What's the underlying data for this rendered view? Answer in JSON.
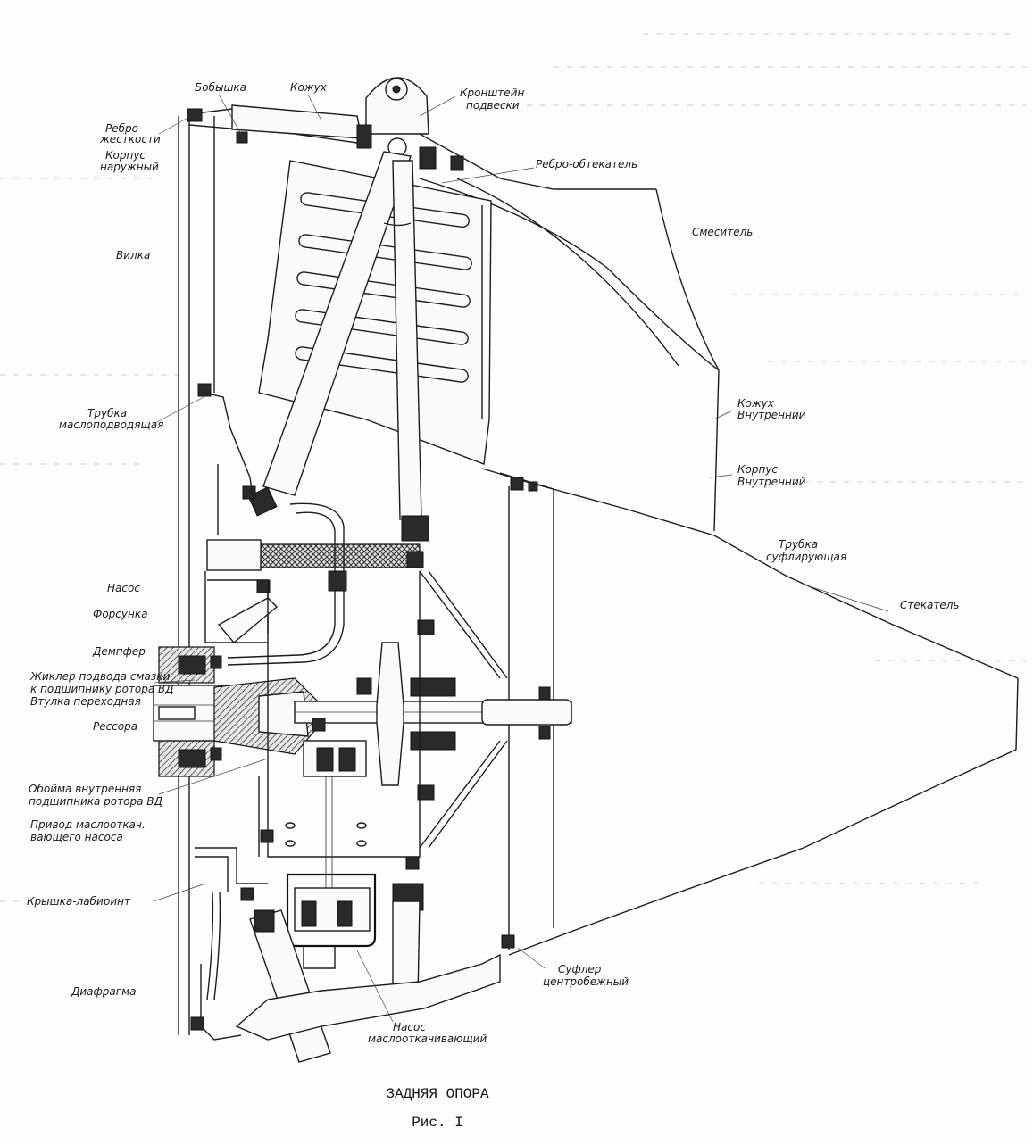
{
  "labels": {
    "boss": "Бобышка",
    "casing": "Кожух",
    "bracket_1": "Кронштейн",
    "bracket_2": "подвески",
    "stiffener_1": "Ребро",
    "stiffener_2": "жесткости",
    "outer_case_1": "Корпус",
    "outer_case_2": "наружный",
    "fairing_rib": "Ребро-обтекатель",
    "mixer": "Смеситель",
    "fork": "Вилка",
    "oil_supply_tube_1": "Трубка",
    "oil_supply_tube_2": "маслоподводящая",
    "inner_casing_1": "Кожух",
    "inner_casing_2": "Внутренний",
    "inner_case_1": "Корпус",
    "inner_case_2": "Внутренний",
    "breather_tube_1": "Трубка",
    "breather_tube_2": "суфлирующая",
    "nozzle": "Насос",
    "injector": "Форсунка",
    "damper": "Демпфер",
    "oil_sleeve_1": "Жиклер подвода смазки",
    "oil_sleeve_2": "к подшипнику ротора ВД",
    "adapter_bush": "Втулка переходная",
    "spring": "Рессора",
    "fairing": "Стекатель",
    "inner_bearing_1": "Обойма внутренняя",
    "inner_bearing_2": "подшипника ротора ВД",
    "scavenge_drive_1": "Привод маслооткач.",
    "scavenge_drive_2": "вающего насоса",
    "labyrinth_cover": "Крышка-лабиринт",
    "diaphragm": "Диафрагма",
    "centrifugal_breather_1": "Суфлер",
    "centrifugal_breather_2": "центробежный",
    "scavenge_pump_1": "Насос",
    "scavenge_pump_2": "маслооткачивающий"
  },
  "caption": {
    "title": "ЗАДНЯЯ ОПОРА",
    "figure": "Рис. I"
  }
}
